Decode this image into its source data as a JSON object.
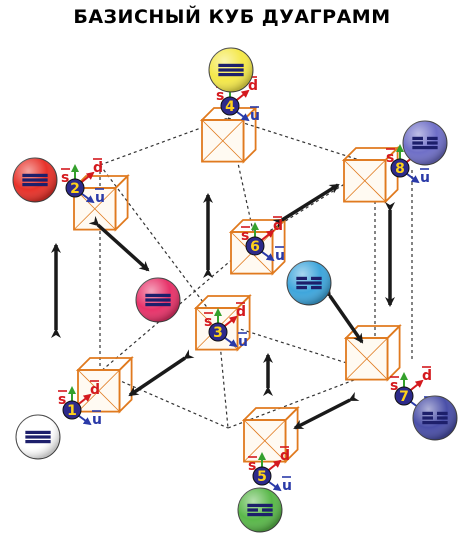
{
  "title": "БАЗИСНЫЙ КУБ ДУАГРАММ",
  "colors": {
    "box_edge": "#e07a1f",
    "frame_dash": "#333333",
    "arrow": "#1a1a1a",
    "node_fill": "#2d2a8a",
    "node_text": "#ffd21a",
    "label_d": "#d4191e",
    "label_u": "#2a3aa8",
    "label_s": "#d4191e",
    "label_s_blue": "#2a3aa8",
    "arrow_green": "#34a02c",
    "arrow_red": "#d4191e",
    "arrow_blue": "#2a3aa8"
  },
  "nodes": [
    {
      "id": "1",
      "labels": {
        "d": "d",
        "u": "u",
        "s": "s"
      }
    },
    {
      "id": "2",
      "labels": {
        "d": "d",
        "u": "u",
        "s": "s"
      }
    },
    {
      "id": "3",
      "labels": {
        "d": "d",
        "u": "u",
        "s": "s"
      }
    },
    {
      "id": "4",
      "labels": {
        "d": "d",
        "u": "u",
        "s": "s"
      }
    },
    {
      "id": "5",
      "labels": {
        "d": "d",
        "u": "u",
        "s": "s"
      }
    },
    {
      "id": "6",
      "labels": {
        "d": "d",
        "u": "u",
        "s": "s"
      }
    },
    {
      "id": "7",
      "labels": {
        "d": "d",
        "u": "u",
        "s": "s"
      }
    },
    {
      "id": "8",
      "labels": {
        "d": "d",
        "u": "u",
        "s": "s"
      }
    }
  ],
  "trigram_balls": [
    {
      "name": "trigram-ball-4",
      "color": "#f4e84a",
      "lines": [
        "full",
        "full",
        "full"
      ]
    },
    {
      "name": "trigram-ball-2",
      "color": "#e8322a",
      "lines": [
        "full",
        "full",
        "full"
      ]
    },
    {
      "name": "trigram-ball-8",
      "color": "#6f6fc7",
      "lines": [
        "broken",
        "broken",
        "full"
      ]
    },
    {
      "name": "trigram-ball-3",
      "color": "#e8336a",
      "lines": [
        "full",
        "full",
        "full"
      ]
    },
    {
      "name": "trigram-ball-6",
      "color": "#3fa6dc",
      "lines": [
        "broken",
        "full",
        "broken"
      ]
    },
    {
      "name": "trigram-ball-1",
      "color": "#ffffff",
      "lines": [
        "full",
        "full",
        "full"
      ]
    },
    {
      "name": "trigram-ball-7",
      "color": "#4a4fa8",
      "lines": [
        "broken",
        "broken",
        "full"
      ]
    },
    {
      "name": "trigram-ball-5",
      "color": "#5ab84a",
      "lines": [
        "full",
        "broken",
        "full"
      ]
    }
  ]
}
